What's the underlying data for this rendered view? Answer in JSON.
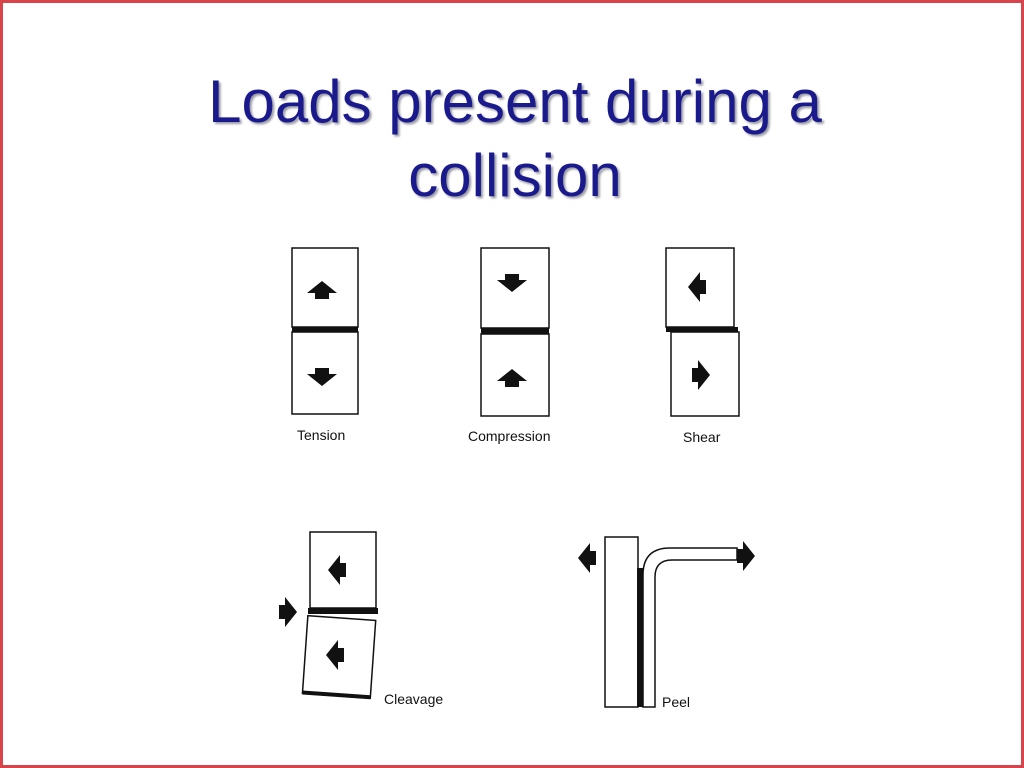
{
  "slide": {
    "title_line1": "Loads present during a",
    "title_line2": "collision"
  },
  "figure": {
    "labels": {
      "tension": "Tension",
      "compression": "Compression",
      "shear": "Shear",
      "cleavage": "Cleavage",
      "peel": "Peel"
    }
  },
  "colors": {
    "border": "#d9434b",
    "title": "#1a1a8c",
    "ink": "#111111"
  }
}
